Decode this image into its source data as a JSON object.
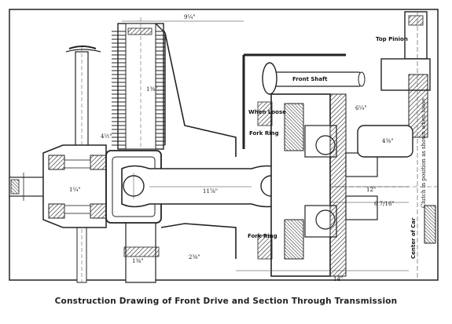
{
  "caption": "Construction Drawing of Front Drive and Section Through Transmission",
  "labels": {
    "top_pinion": "Top Pinion",
    "front_shaft": "Front Shaft",
    "when_loose": "When Loose",
    "fork_ring_upper": "Fork Ring",
    "fork_ring_lower": "Fork Ring",
    "center_of_car": "Center of Car",
    "clutch_note": "Clutch in position as shown when loose",
    "dim_top": "9¼\"",
    "dim_arm": "11⅞\"",
    "dim_12": "12\"",
    "dim_6": "6 7/16\"",
    "dim_14": "14\"",
    "dim_4": "4⅜\"",
    "dim_6b": "6¼\"",
    "dim_1_3_upper": "1⅜\"",
    "dim_1_3_lower": "1⅜\"",
    "dim_1_left": "1¼\"",
    "dim_4_left": "4½\"",
    "dim_2": "2⅜\""
  }
}
